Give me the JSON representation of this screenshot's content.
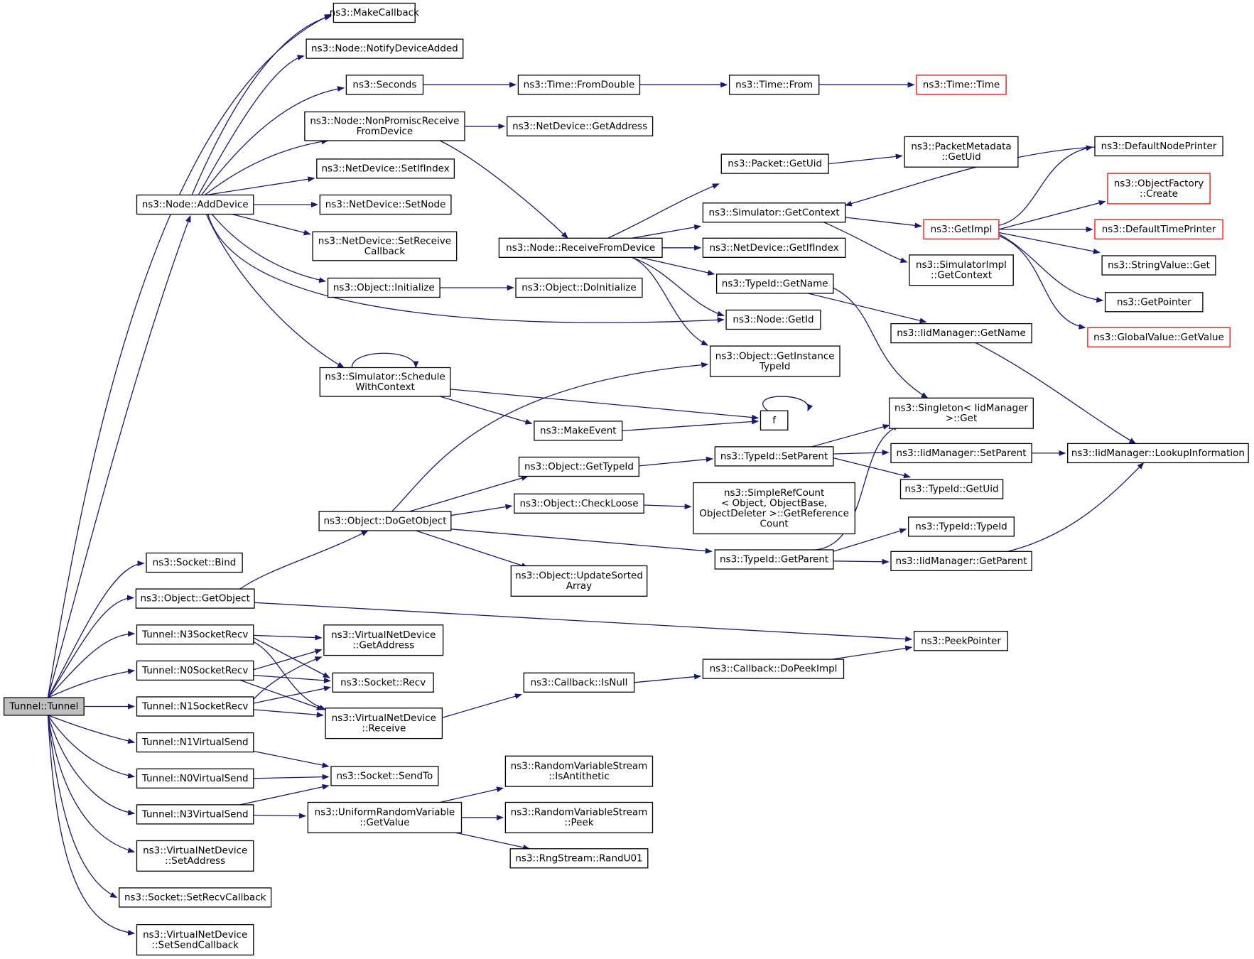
{
  "graph": {
    "edge_color": "#191970",
    "root_fill": "#bfbfbf",
    "node_border": "#000000",
    "truncated_border": "#ff0000",
    "nodes": [
      {
        "id": "root",
        "lines": [
          "Tunnel::Tunnel"
        ],
        "style": "root"
      },
      {
        "id": "makecallback",
        "lines": [
          "ns3::MakeCallback"
        ]
      },
      {
        "id": "notifyadded",
        "lines": [
          "ns3::Node::NotifyDeviceAdded"
        ]
      },
      {
        "id": "seconds",
        "lines": [
          "ns3::Seconds"
        ]
      },
      {
        "id": "fromdouble",
        "lines": [
          "ns3::Time::FromDouble"
        ]
      },
      {
        "id": "timefrom",
        "lines": [
          "ns3::Time::From"
        ]
      },
      {
        "id": "timetime",
        "lines": [
          "ns3::Time::Time"
        ],
        "style": "truncated"
      },
      {
        "id": "nonpromisc",
        "lines": [
          "ns3::Node::NonPromiscReceive",
          "FromDevice"
        ]
      },
      {
        "id": "ndgetaddress",
        "lines": [
          "ns3::NetDevice::GetAddress"
        ]
      },
      {
        "id": "packetgetuid",
        "lines": [
          "ns3::Packet::GetUid"
        ]
      },
      {
        "id": "pmgetuid",
        "lines": [
          "ns3::PacketMetadata",
          "::GetUid"
        ]
      },
      {
        "id": "defaultnodeprinter",
        "lines": [
          "ns3::DefaultNodePrinter"
        ]
      },
      {
        "id": "setifindex",
        "lines": [
          "ns3::NetDevice::SetIfIndex"
        ]
      },
      {
        "id": "adddevice",
        "lines": [
          "ns3::Node::AddDevice"
        ]
      },
      {
        "id": "setnode",
        "lines": [
          "ns3::NetDevice::SetNode"
        ]
      },
      {
        "id": "simgetcontext",
        "lines": [
          "ns3::Simulator::GetContext"
        ]
      },
      {
        "id": "objfactorycreate",
        "lines": [
          "ns3::ObjectFactory",
          "::Create"
        ],
        "style": "truncated"
      },
      {
        "id": "getimpl",
        "lines": [
          "ns3::GetImpl"
        ],
        "style": "truncated"
      },
      {
        "id": "defaulttimeprinter",
        "lines": [
          "ns3::DefaultTimePrinter"
        ],
        "style": "truncated"
      },
      {
        "id": "setreceivecb",
        "lines": [
          "ns3::NetDevice::SetReceive",
          "Callback"
        ]
      },
      {
        "id": "receivefromdevice",
        "lines": [
          "ns3::Node::ReceiveFromDevice"
        ]
      },
      {
        "id": "getifindex",
        "lines": [
          "ns3::NetDevice::GetIfIndex"
        ]
      },
      {
        "id": "simimplgetcontext",
        "lines": [
          "ns3::SimulatorImpl",
          "::GetContext"
        ]
      },
      {
        "id": "stringvalueget",
        "lines": [
          "ns3::StringValue::Get"
        ]
      },
      {
        "id": "objinitialize",
        "lines": [
          "ns3::Object::Initialize"
        ]
      },
      {
        "id": "objdoinitialize",
        "lines": [
          "ns3::Object::DoInitialize"
        ]
      },
      {
        "id": "typeidgetname",
        "lines": [
          "ns3::TypeId::GetName"
        ]
      },
      {
        "id": "getpointer",
        "lines": [
          "ns3::GetPointer"
        ]
      },
      {
        "id": "nodegetid",
        "lines": [
          "ns3::Node::GetId"
        ]
      },
      {
        "id": "iidgetname",
        "lines": [
          "ns3::IidManager::GetName"
        ]
      },
      {
        "id": "globalvaluegetvalue",
        "lines": [
          "ns3::GlobalValue::GetValue"
        ],
        "style": "truncated"
      },
      {
        "id": "getinstancetypeid",
        "lines": [
          "ns3::Object::GetInstance",
          "TypeId"
        ]
      },
      {
        "id": "schedulewithcontext",
        "lines": [
          "ns3::Simulator::Schedule",
          "WithContext"
        ]
      },
      {
        "id": "singletonget",
        "lines": [
          "ns3::Singleton< IidManager",
          ">::Get"
        ]
      },
      {
        "id": "f",
        "lines": [
          "f"
        ]
      },
      {
        "id": "makeevent",
        "lines": [
          "ns3::MakeEvent"
        ]
      },
      {
        "id": "objgettypeid",
        "lines": [
          "ns3::Object::GetTypeId"
        ]
      },
      {
        "id": "typeidsetparent",
        "lines": [
          "ns3::TypeId::SetParent"
        ]
      },
      {
        "id": "iidsetparent",
        "lines": [
          "ns3::IidManager::SetParent"
        ]
      },
      {
        "id": "lookupinfo",
        "lines": [
          "ns3::IidManager::LookupInformation"
        ]
      },
      {
        "id": "typeidgetuid",
        "lines": [
          "ns3::TypeId::GetUid"
        ]
      },
      {
        "id": "checkloose",
        "lines": [
          "ns3::Object::CheckLoose"
        ]
      },
      {
        "id": "simplerefcount",
        "lines": [
          "ns3::SimpleRefCount",
          "< Object, ObjectBase,",
          "ObjectDeleter >::GetReference",
          "Count"
        ]
      },
      {
        "id": "dogetobject",
        "lines": [
          "ns3::Object::DoGetObject"
        ]
      },
      {
        "id": "typeidtypeid",
        "lines": [
          "ns3::TypeId::TypeId"
        ]
      },
      {
        "id": "typeidgetparent",
        "lines": [
          "ns3::TypeId::GetParent"
        ]
      },
      {
        "id": "iidgetparent",
        "lines": [
          "ns3::IidManager::GetParent"
        ]
      },
      {
        "id": "socketbind",
        "lines": [
          "ns3::Socket::Bind"
        ]
      },
      {
        "id": "updatesorted",
        "lines": [
          "ns3::Object::UpdateSorted",
          "Array"
        ]
      },
      {
        "id": "objgetobject",
        "lines": [
          "ns3::Object::GetObject"
        ]
      },
      {
        "id": "n3socketrecv",
        "lines": [
          "Tunnel::N3SocketRecv"
        ]
      },
      {
        "id": "vndgetaddress",
        "lines": [
          "ns3::VirtualNetDevice",
          "::GetAddress"
        ]
      },
      {
        "id": "peekpointer",
        "lines": [
          "ns3::PeekPointer"
        ]
      },
      {
        "id": "n0socketrecv",
        "lines": [
          "Tunnel::N0SocketRecv"
        ]
      },
      {
        "id": "doPeekimpl",
        "lines": [
          "ns3::Callback::DoPeekImpl"
        ]
      },
      {
        "id": "socketrecv",
        "lines": [
          "ns3::Socket::Recv"
        ]
      },
      {
        "id": "cbisnull",
        "lines": [
          "ns3::Callback::IsNull"
        ]
      },
      {
        "id": "n1socketrecv",
        "lines": [
          "Tunnel::N1SocketRecv"
        ]
      },
      {
        "id": "vndreceive",
        "lines": [
          "ns3::VirtualNetDevice",
          "::Receive"
        ]
      },
      {
        "id": "n1virtualsend",
        "lines": [
          "Tunnel::N1VirtualSend"
        ]
      },
      {
        "id": "rvsisantithetic",
        "lines": [
          "ns3::RandomVariableStream",
          "::IsAntithetic"
        ]
      },
      {
        "id": "n0virtualsend",
        "lines": [
          "Tunnel::N0VirtualSend"
        ]
      },
      {
        "id": "socketsendto",
        "lines": [
          "ns3::Socket::SendTo"
        ]
      },
      {
        "id": "urvgetvalue",
        "lines": [
          "ns3::UniformRandomVariable",
          "::GetValue"
        ]
      },
      {
        "id": "rvspeek",
        "lines": [
          "ns3::RandomVariableStream",
          "::Peek"
        ]
      },
      {
        "id": "n3virtualsend",
        "lines": [
          "Tunnel::N3VirtualSend"
        ]
      },
      {
        "id": "vndsetaddress",
        "lines": [
          "ns3::VirtualNetDevice",
          "::SetAddress"
        ]
      },
      {
        "id": "randu01",
        "lines": [
          "ns3::RngStream::RandU01"
        ]
      },
      {
        "id": "setrecvcallback",
        "lines": [
          "ns3::Socket::SetRecvCallback"
        ]
      },
      {
        "id": "vndsetsendcallback",
        "lines": [
          "ns3::VirtualNetDevice",
          "::SetSendCallback"
        ]
      }
    ]
  }
}
